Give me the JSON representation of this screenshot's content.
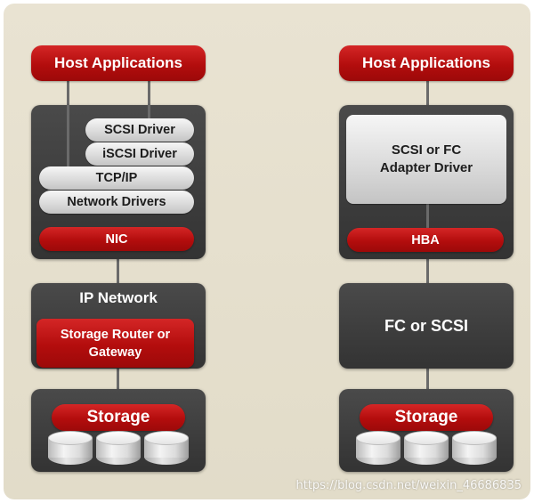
{
  "left_stack": {
    "host_applications": "Host Applications",
    "scsi_driver": "SCSI Driver",
    "iscsi_driver": "iSCSI Driver",
    "tcpip": "TCP/IP",
    "network_drivers": "Network Drivers",
    "nic": "NIC",
    "ip_network": "IP Network",
    "storage_router_line1": "Storage Router or",
    "storage_router_line2": "Gateway",
    "storage": "Storage"
  },
  "right_stack": {
    "host_applications": "Host Applications",
    "adapter_driver_line1": "SCSI or FC",
    "adapter_driver_line2": "Adapter Driver",
    "hba": "HBA",
    "fc_or_scsi": "FC or SCSI",
    "storage": "Storage"
  },
  "watermark": "https://blog.csdn.net/weixin_46686835",
  "colors": {
    "background": "#e6e0cf",
    "accent_red": "#b30d0d",
    "dark_box": "#3c3c3c",
    "connector": "#6a6a6a"
  }
}
